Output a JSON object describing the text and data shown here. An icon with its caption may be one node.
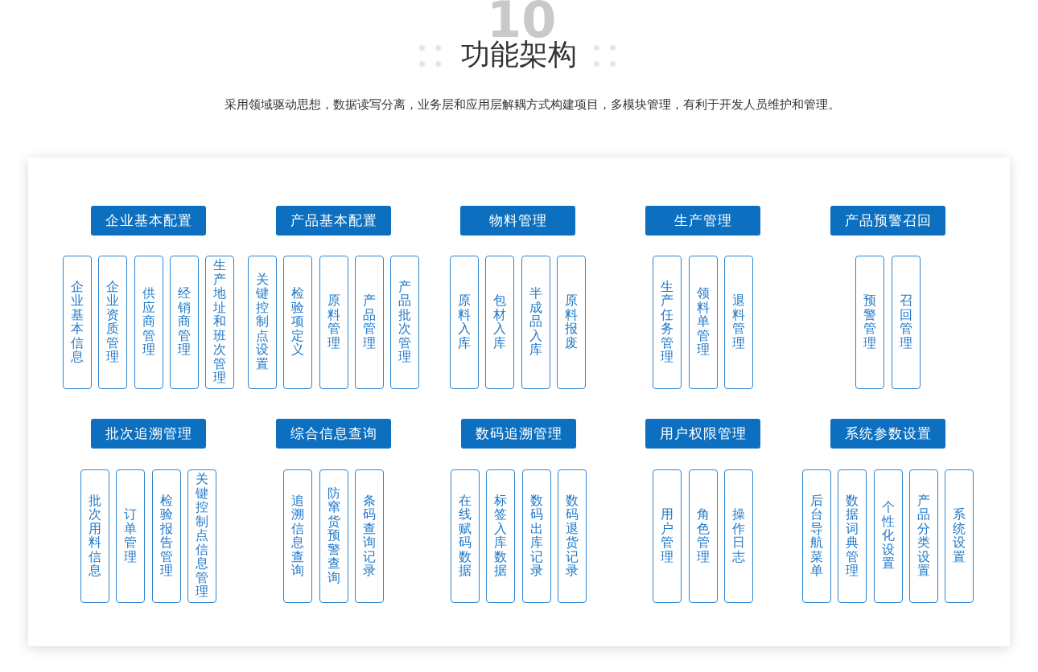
{
  "diagram": {
    "title": "功能架构",
    "nodes": [
      {
        "text": [
          "企业基本配置"
        ]
      },
      {
        "text": [
          "企业基本信息"
        ]
      },
      {
        "text": [
          "企业资质管理"
        ]
      },
      {
        "text": [
          "供应商管理"
        ]
      },
      {
        "text": [
          "经销商管理"
        ]
      },
      {
        "text": [
          "生产地址和班次管理"
        ]
      },
      {
        "text": [
          "产品基本配置"
        ]
      },
      {
        "text": [
          "关键控制点设置"
        ]
      },
      {
        "text": [
          "检验项定义"
        ]
      },
      {
        "text": [
          "原料管理"
        ]
      },
      {
        "text": [
          "产品管理"
        ]
      },
      {
        "text": [
          "产品批次管理"
        ]
      },
      {
        "text": [
          "物料管理"
        ]
      },
      {
        "text": [
          "原料入库"
        ]
      },
      {
        "text": [
          "包材入库"
        ]
      },
      {
        "text": [
          "半成品入库"
        ]
      },
      {
        "text": [
          "原料报废"
        ]
      },
      {
        "text": [
          "生产管理"
        ]
      },
      {
        "text": [
          "生产任务管理"
        ]
      },
      {
        "text": [
          "领料单管理"
        ]
      },
      {
        "text": [
          "退料管理"
        ]
      },
      {
        "text": [
          "产品预警召回"
        ]
      },
      {
        "text": [
          "预警管理"
        ]
      },
      {
        "text": [
          "召回管理"
        ]
      },
      {
        "text": [
          "批次追溯管理"
        ]
      },
      {
        "text": [
          "批次用料信息"
        ]
      },
      {
        "text": [
          "订单管理"
        ]
      },
      {
        "text": [
          "检验报告管理"
        ]
      },
      {
        "text": [
          "关键控制点信息管理"
        ]
      },
      {
        "text": [
          "综合信息查询"
        ]
      },
      {
        "text": [
          "追溯信息查询"
        ]
      },
      {
        "text": [
          "防窜货预警查询"
        ]
      },
      {
        "text": [
          "条码查询记录"
        ]
      },
      {
        "text": [
          "数码追溯管理"
        ]
      },
      {
        "text": [
          "在线赋码数据"
        ]
      },
      {
        "text": [
          "标签入库数据"
        ]
      },
      {
        "text": [
          "数码出库记录"
        ]
      },
      {
        "text": [
          "数码退货记录"
        ]
      },
      {
        "text": [
          "用户权限管理"
        ]
      },
      {
        "text": [
          "用户管理"
        ]
      },
      {
        "text": [
          "角色管理"
        ]
      },
      {
        "text": [
          "操作日志"
        ]
      },
      {
        "text": [
          "系统参数设置"
        ]
      },
      {
        "text": [
          "后台导航菜单"
        ]
      },
      {
        "text": [
          "数据词典管理"
        ]
      },
      {
        "text": [
          "个性化设置"
        ]
      },
      {
        "text": [
          "产品分类设置"
        ]
      },
      {
        "text": [
          "系统设置"
        ]
      }
    ],
    "labels": [
      "10",
      "采用领域驱动思想，数据读写分离，业务层和应用层解耦方式构建项目，多模块管理，有利于开发人员维护和管理。"
    ]
  }
}
